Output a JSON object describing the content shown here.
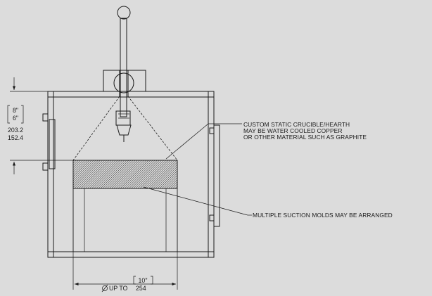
{
  "annotations": {
    "crucible": [
      "CUSTOM STATIC CRUCIBLE/HEARTH",
      "MAY BE WATER COOLED COPPER",
      "OR OTHER MATERIAL SUCH AS GRAPHITE"
    ],
    "molds": "MULTIPLE SUCTION MOLDS MAY BE ARRANGED"
  },
  "dimensions": {
    "height": {
      "imperial_max": "8\"",
      "imperial_min": "6\"",
      "metric_max": "203.2",
      "metric_min": "152.4"
    },
    "width": {
      "imperial": "10\"",
      "prefix": "UP TO",
      "metric": "254"
    }
  }
}
